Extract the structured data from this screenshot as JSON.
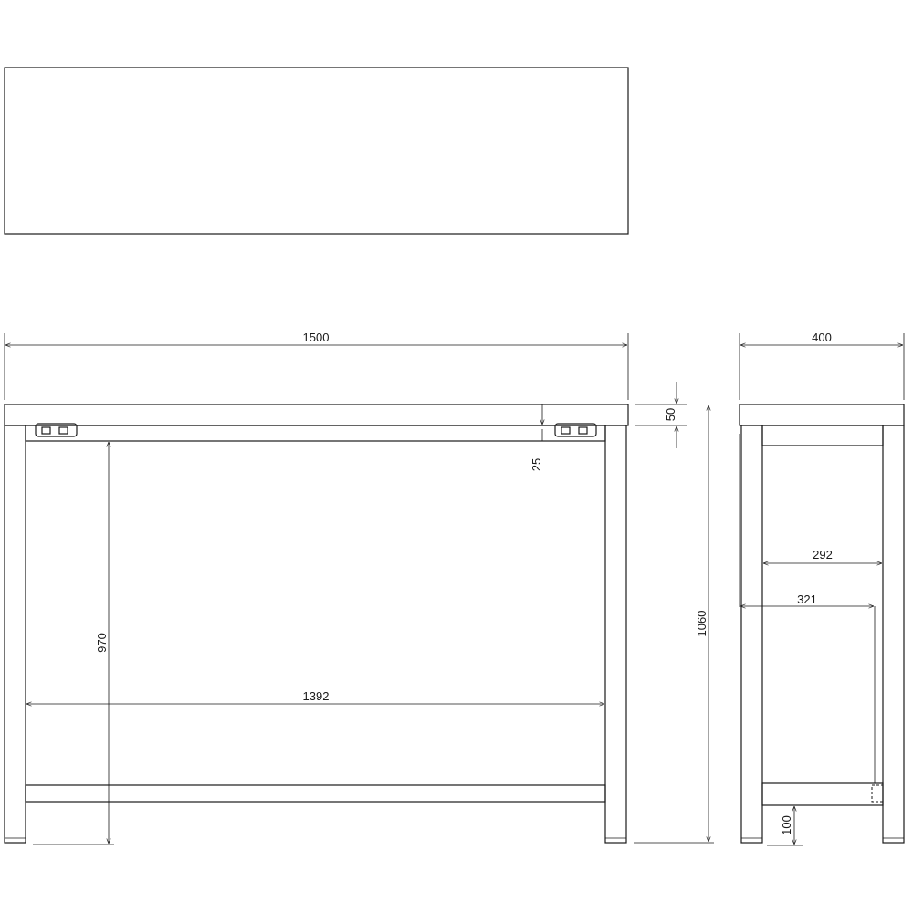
{
  "dimensions": {
    "overall_width": "1500",
    "depth": "400",
    "top_thickness": "50",
    "apron_height": "25",
    "overall_height": "1060",
    "inner_height": "970",
    "inner_width": "1392",
    "side_inner_292": "292",
    "side_inner_321": "321",
    "shelf_clearance": "100"
  }
}
